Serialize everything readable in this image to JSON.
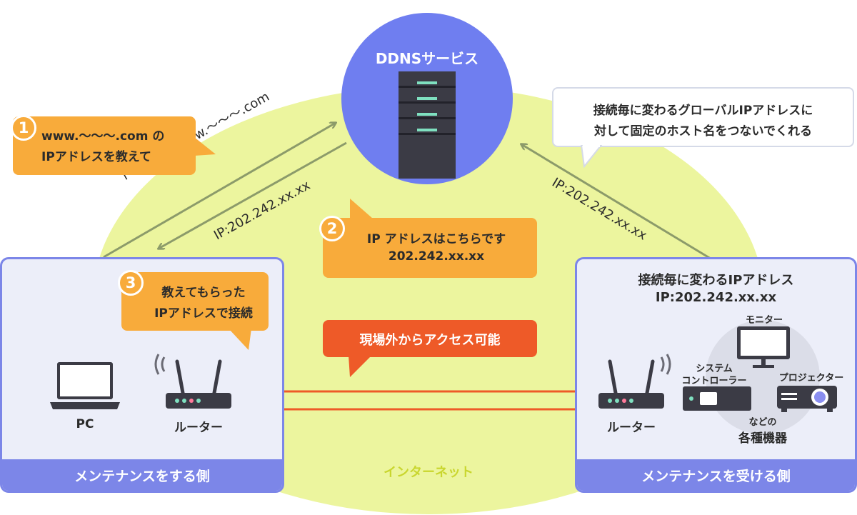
{
  "ddns": {
    "title": "DDNSサービス"
  },
  "bubbles": {
    "step1": {
      "number": "1",
      "line1": "www.〜〜〜.com の",
      "line2": "IPアドレスを教えて"
    },
    "step2": {
      "number": "2",
      "line1": "IP アドレスはこちらです",
      "line2": "202.242.xx.xx"
    },
    "step3": {
      "number": "3",
      "line1": "教えてもらった",
      "line2": "IPアドレスで接続"
    },
    "remote_access": "現場外からアクセス可能",
    "info": {
      "line1": "接続毎に変わるグローバルIPアドレスに",
      "line2": "対して固定のホスト名をつないでくれる"
    }
  },
  "arrows": {
    "domain_label": "ドメイン：www.〜〜〜.com",
    "ip_left_label": "IP:202.242.xx.xx",
    "ip_right_label": "IP:202.242.xx.xx"
  },
  "internet_label": "インターネット",
  "left_panel": {
    "pc_label": "PC",
    "router_label": "ルーター",
    "footer": "メンテナンスをする側"
  },
  "right_panel": {
    "ip_title": "接続毎に変わるIPアドレス",
    "ip_value": "IP:202.242.xx.xx",
    "monitor_label": "モニター",
    "system_label1": "システム",
    "system_label2": "コントローラー",
    "projector_label": "プロジェクター",
    "router_label": "ルーター",
    "devices_small": "などの",
    "devices_big": "各種機器",
    "footer": "メンテナンスを受ける側"
  },
  "colors": {
    "internet_blob": "#ecf59e",
    "ddns_circle": "#6f7ef0",
    "panel_border": "#7c86e8",
    "bubble_orange": "#f8ab3b",
    "bubble_red": "#ee5a28",
    "arrow_olive": "#8c9b6a",
    "arrow_red": "#ee5a28"
  }
}
